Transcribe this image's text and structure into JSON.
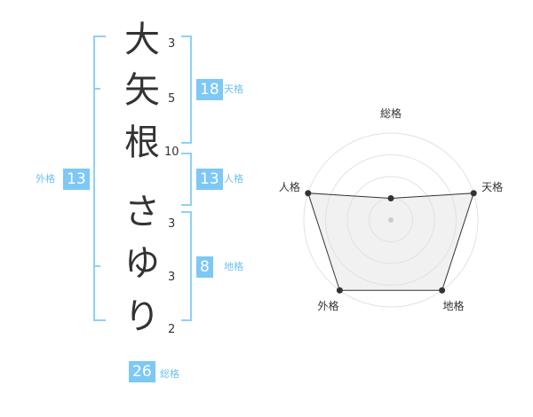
{
  "name": {
    "characters": [
      {
        "char": "大",
        "strokes": "3"
      },
      {
        "char": "矢",
        "strokes": "5"
      },
      {
        "char": "根",
        "strokes": "10"
      },
      {
        "char": "さ",
        "strokes": "3"
      },
      {
        "char": "ゆ",
        "strokes": "3"
      },
      {
        "char": "り",
        "strokes": "2"
      }
    ]
  },
  "fortunes": {
    "tenkaku": {
      "value": "18",
      "label": "天格"
    },
    "jinkaku": {
      "value": "13",
      "label": "人格"
    },
    "chikaku": {
      "value": "8",
      "label": "地格"
    },
    "gaikaku": {
      "value": "13",
      "label": "外格"
    },
    "soukaku": {
      "value": "26",
      "label": "総格"
    }
  },
  "colors": {
    "accent": "#7dc8f5",
    "accent_text": "#6ec0f0",
    "radar_fill": "#f2f2f2",
    "radar_line": "#333333"
  },
  "chart_data": {
    "type": "radar",
    "axes": [
      "総格",
      "天格",
      "地格",
      "外格",
      "人格"
    ],
    "values": [
      1,
      4,
      4,
      4,
      4
    ],
    "range": [
      0,
      4
    ],
    "rings": 4
  }
}
